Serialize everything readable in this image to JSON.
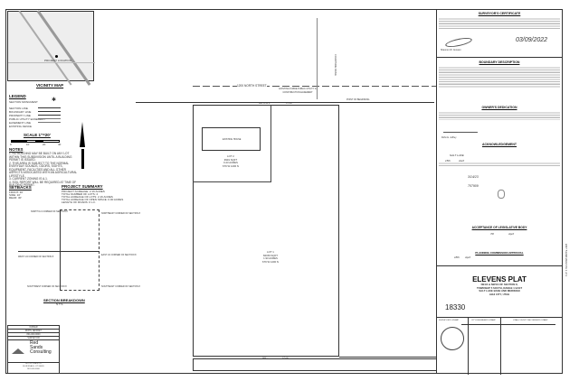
{
  "vicinity_map": {
    "title": "VICINITY MAP",
    "project_label": "PROJECT LOCATION"
  },
  "legend": {
    "title": "LEGEND",
    "items": [
      "SECTION MONUMENT",
      "SECTION LINE",
      "BOUNDARY LINE",
      "PROPERTY LINE",
      "PUBLIC UTILITY EASEMENT",
      "EASEMENT LINE",
      "EXISTING FENCE"
    ]
  },
  "scale": {
    "title": "SCALE 1\"=20'",
    "ticks": [
      "0",
      "10",
      "20",
      "40"
    ]
  },
  "notes": {
    "title": "NOTES",
    "items": [
      "1. NO BUILDING MAY BE BUILT ON ANY LOT WITHIN THIS SUBDIVISION UNTIL A BUILDING PERMIT IS ISSUED.",
      "2. THIS AREA IS SUBJECT TO THE NORMAL EVERYDAY SOUNDS, ODORS, SIGHTS, EQUIPMENT, FACILITIES AND ALL OTHER ASPECTS ASSOCIATED WITH AN AGRICULTURAL LIFESTYLE.",
      "3. CURRENT ZONING IS A-1.",
      "4. SOIL REPORT WILL BE REQUIRED AT TIME OF BUILDING PERMIT."
    ]
  },
  "setbacks": {
    "title": "SETBACKS",
    "items": [
      "FRONT: 30'",
      "SIDE: 10'",
      "REAR: 30'"
    ]
  },
  "project_summary": {
    "title": "PROJECT SUMMARY",
    "items": [
      "PROJECT ACREAGE: 2.16 ACRES",
      "TOTAL NUMBER OF LOTS: 2",
      "TOTAL ACREAGE OF LOTS: 2.16 ACRES",
      "TOTAL ACREAGE OF OPEN SPACE: 0.00 ACRES",
      "LENGTH OF ROADS: 0 L.F."
    ]
  },
  "section_breakdown": {
    "title": "SECTION BREAKDOWN",
    "scale": "N.T.S.",
    "labels": [
      "NORTH 1/4 CORNER OF SECTION 8",
      "NORTHEAST CORNER OF SECTION 8",
      "WEST 1/4 CORNER OF SECTION 8",
      "EAST 1/4 CORNER OF SECTION 8",
      "SOUTHWEST CORNER OF SECTION 8",
      "SOUTHEAST CORNER OF SECTION 8"
    ]
  },
  "company": {
    "owner_rows": [
      "OWNER",
      "ROHN JEFFREY",
      "801-000-0000",
      "SURVEYOR"
    ],
    "name_lines": [
      "Red",
      "Sands",
      "Consulting"
    ],
    "address_lines": [
      "1575 N. STATE ST.",
      "BLUFFDALE, UT 84065",
      "801-000-0000"
    ]
  },
  "plat": {
    "street": "1200 NORTH STREET",
    "street_side": "COURTSIDE DRIVE",
    "easement_note": "EXISTING 8 WIDE PUBLIC UTILITY & CONSTRUCTION EASEMENT",
    "point_of_beginning": "POINT OF BEGINNING",
    "house": "EXISTING HOUSE",
    "lot2": {
      "name": "LOT 2",
      "sqft": "9919 SQFT",
      "acres": "0.23 ACRES",
      "address": "679 W 1200 N"
    },
    "lot1": {
      "name": "LOT 1",
      "sqft": "84159 SQFT",
      "acres": "1.93 ACRES",
      "address": "679 W 1200 N"
    },
    "bearing_top": "N89°26'54\"E",
    "dist_top": "275.86",
    "bearing_bottom": "N89°...",
    "dist_bottom": "275.86"
  },
  "surveyor_certificate": {
    "title": "SURVEYOR'S CERTIFICATE",
    "date": "03/09/2022",
    "signer": "Shannon W. Jonsson"
  },
  "boundary_description": {
    "title": "BOUNDARY DESCRIPTION"
  },
  "owners_dedication": {
    "title": "OWNER'S DEDICATION",
    "signer": "Rohn E. Jeffrey"
  },
  "acknowledgement": {
    "title": "ACKNOWLEDGEMENT",
    "county": "SALT LAKE",
    "day": "15th",
    "month": "April",
    "commission_expires": "3/14/23",
    "commission_no": "707909"
  },
  "acceptance": {
    "title": "ACCEPTANCE OF LEGISLATIVE BODY",
    "day": "7th",
    "month": "April"
  },
  "planning": {
    "title": "PLANNING COMMISSION APPROVAL",
    "day": "18th",
    "month": "April"
  },
  "title_block": {
    "name": "ELEVENS PLAT",
    "lines": [
      "NE1/4 & NW1/4 OF SECTION 8,",
      "TOWNSHIP 5 SOUTH, RANGE 1 EAST",
      "SALT LAKE BASE AND MERIDIAN",
      "LEHI CITY, UTAH"
    ],
    "number": "18330"
  },
  "stamps": [
    "SURVEYOR'S STAMP",
    "CITY ENGINEER'S STAMP",
    "UTAH COUNTY RECORDER'S STAMP"
  ],
  "side_note": "ENT 51290:2022 PG 1 of 1"
}
